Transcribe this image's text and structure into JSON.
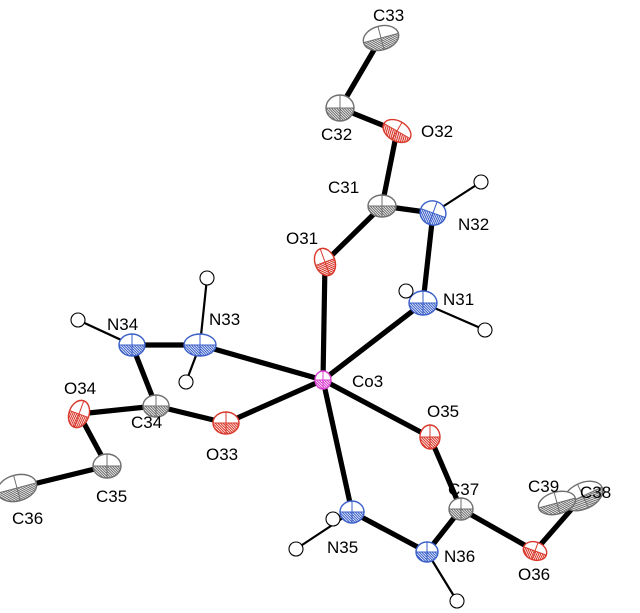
{
  "colors": {
    "C": "#6f6f6f",
    "O": "#d9392c",
    "N": "#3a5fc9",
    "Co": "#d93fd0",
    "H": "#ffffff",
    "bond": "#000000"
  },
  "atoms": [
    {
      "id": "Co3",
      "el": "Co",
      "label": "Co3"
    },
    {
      "id": "O31",
      "el": "O",
      "label": "O31"
    },
    {
      "id": "O32",
      "el": "O",
      "label": "O32"
    },
    {
      "id": "O33",
      "el": "O",
      "label": "O33"
    },
    {
      "id": "O34",
      "el": "O",
      "label": "O34"
    },
    {
      "id": "O35",
      "el": "O",
      "label": "O35"
    },
    {
      "id": "O36",
      "el": "O",
      "label": "O36"
    },
    {
      "id": "N31",
      "el": "N",
      "label": "N31"
    },
    {
      "id": "N32",
      "el": "N",
      "label": "N32"
    },
    {
      "id": "N33",
      "el": "N",
      "label": "N33"
    },
    {
      "id": "N34",
      "el": "N",
      "label": "N34"
    },
    {
      "id": "N35",
      "el": "N",
      "label": "N35"
    },
    {
      "id": "N36",
      "el": "N",
      "label": "N36"
    },
    {
      "id": "C31",
      "el": "C",
      "label": "C31"
    },
    {
      "id": "C32",
      "el": "C",
      "label": "C32"
    },
    {
      "id": "C33",
      "el": "C",
      "label": "C33"
    },
    {
      "id": "C34",
      "el": "C",
      "label": "C34"
    },
    {
      "id": "C35",
      "el": "C",
      "label": "C35"
    },
    {
      "id": "C36",
      "el": "C",
      "label": "C36"
    },
    {
      "id": "C37",
      "el": "C",
      "label": "C37"
    },
    {
      "id": "C38",
      "el": "C",
      "label": "C38"
    },
    {
      "id": "C39",
      "el": "C",
      "label": "C39"
    },
    {
      "id": "H32",
      "el": "H",
      "label": ""
    },
    {
      "id": "H31a",
      "el": "H",
      "label": ""
    },
    {
      "id": "H31b",
      "el": "H",
      "label": ""
    },
    {
      "id": "H33a",
      "el": "H",
      "label": ""
    },
    {
      "id": "H33b",
      "el": "H",
      "label": ""
    },
    {
      "id": "H34",
      "el": "H",
      "label": ""
    },
    {
      "id": "H35a",
      "el": "H",
      "label": ""
    },
    {
      "id": "H35b",
      "el": "H",
      "label": ""
    },
    {
      "id": "H36",
      "el": "H",
      "label": ""
    }
  ],
  "bonds": [
    [
      "C33",
      "C32"
    ],
    [
      "C32",
      "O32"
    ],
    [
      "O32",
      "C31"
    ],
    [
      "C31",
      "O31"
    ],
    [
      "C31",
      "N32"
    ],
    [
      "N32",
      "N31"
    ],
    [
      "N32",
      "H32"
    ],
    [
      "N31",
      "H31a"
    ],
    [
      "N31",
      "H31b"
    ],
    [
      "O31",
      "Co3"
    ],
    [
      "N31",
      "Co3"
    ],
    [
      "N33",
      "Co3"
    ],
    [
      "O33",
      "Co3"
    ],
    [
      "O35",
      "Co3"
    ],
    [
      "N35",
      "Co3"
    ],
    [
      "N33",
      "N34"
    ],
    [
      "N33",
      "H33a"
    ],
    [
      "N33",
      "H33b"
    ],
    [
      "N34",
      "H34"
    ],
    [
      "N34",
      "C34"
    ],
    [
      "C34",
      "O33"
    ],
    [
      "C34",
      "O34"
    ],
    [
      "O34",
      "C35"
    ],
    [
      "C35",
      "C36"
    ],
    [
      "O35",
      "C37"
    ],
    [
      "C37",
      "N36"
    ],
    [
      "C37",
      "O36"
    ],
    [
      "N36",
      "N35"
    ],
    [
      "N36",
      "H36"
    ],
    [
      "N35",
      "H35a"
    ],
    [
      "N35",
      "H35b"
    ],
    [
      "O36",
      "C38"
    ],
    [
      "C38",
      "C39"
    ]
  ]
}
